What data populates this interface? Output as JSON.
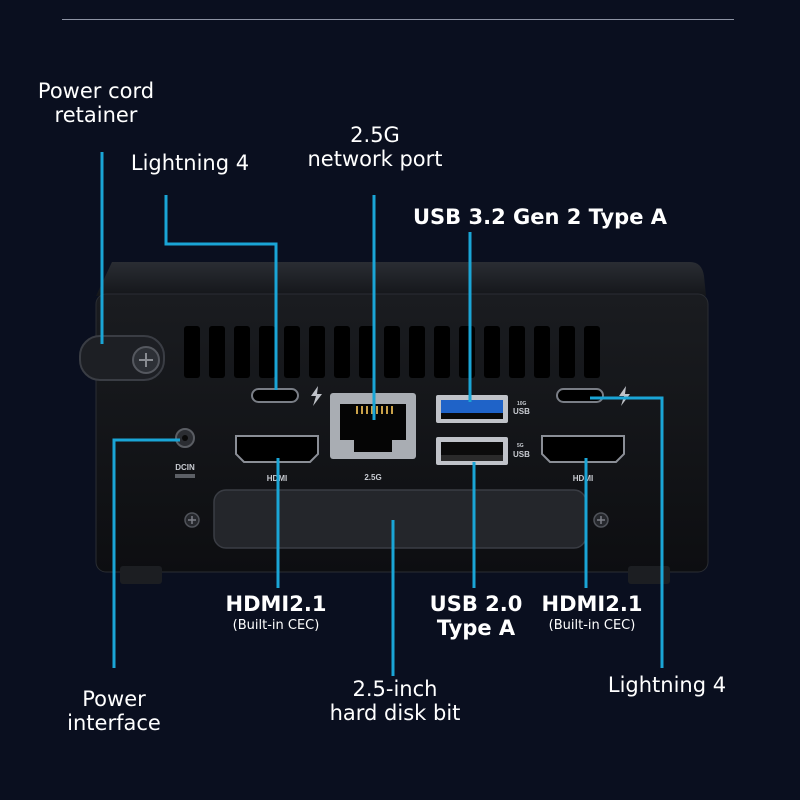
{
  "labels": {
    "power_cord_retainer": [
      "Power cord",
      "retainer"
    ],
    "lightning_left": "Lightning 4",
    "network_port": [
      "2.5G",
      "network port"
    ],
    "usb32": "USB 3.2 Gen 2 Type A",
    "hdmi_left": {
      "title": "HDMI2.1",
      "note": "(Built-in CEC)"
    },
    "usb20": [
      "USB 2.0",
      "Type A"
    ],
    "hdmi_right": {
      "title": "HDMI2.1",
      "note": "(Built-in CEC)"
    },
    "lightning_right": "Lightning 4",
    "power_interface": [
      "Power",
      "interface"
    ],
    "hdd_bay": [
      "2.5-inch",
      "hard disk bit"
    ]
  },
  "device_print": {
    "hdmi": "HDMI",
    "lan": "2.5G",
    "hdmi_right": "HDMI",
    "dcin": "DCIN",
    "usb_top_speed": "10G",
    "usb_top": "USB",
    "usb_bottom_speed": "5G",
    "usb_bottom": "USB"
  },
  "colors": {
    "background": "#0a0f1f",
    "leader": "#1aa5d6",
    "chassis": "#111317",
    "label": "#ffffff"
  }
}
